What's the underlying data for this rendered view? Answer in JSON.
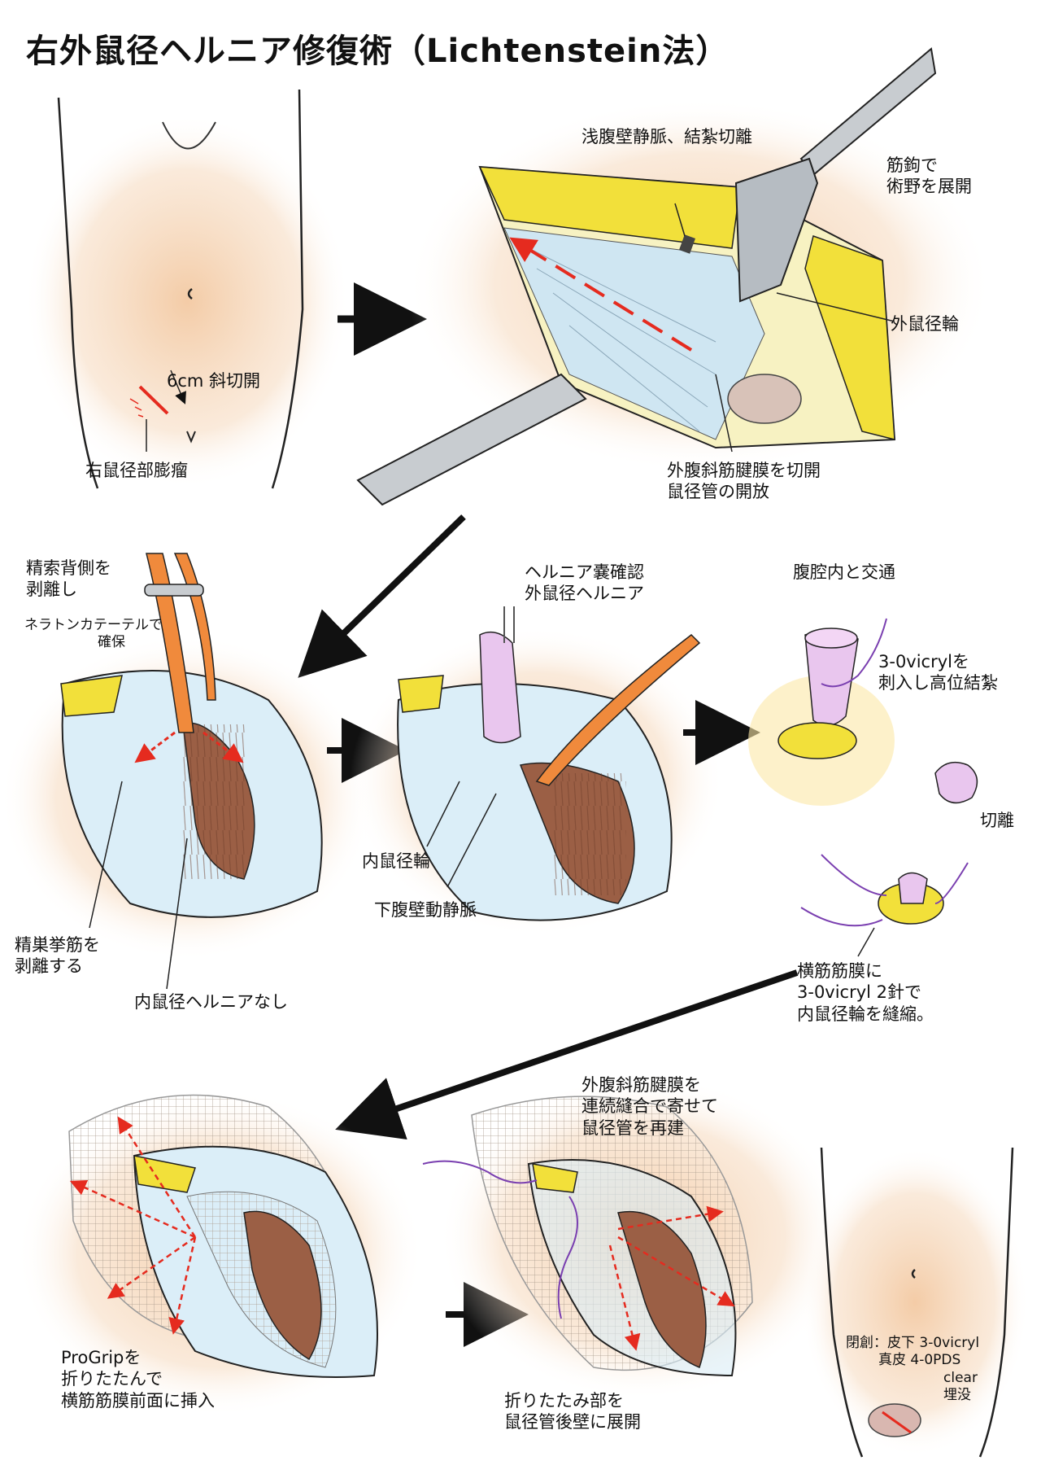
{
  "title": "右外鼠径ヘルニア修復術（Lichtenstein法）",
  "labels": {
    "incision": "6cm 斜切開",
    "bulge": "右鼠径部膨瘤",
    "vein": "浅腹壁静脈、結紮切離",
    "retractor": [
      "筋鉤で",
      "術野を展開"
    ],
    "ext_ring": "外鼠径輪",
    "aponeurosis": [
      "外腹斜筋腱膜を切開",
      "鼠径管の開放"
    ],
    "cord_dissect": [
      "精索背側を",
      "剥離し"
    ],
    "nelaton": [
      "ネラトンカテーテルで",
      "確保"
    ],
    "cremaster": [
      "精巣挙筋を",
      "剥離する"
    ],
    "no_direct": "内鼠径ヘルニアなし",
    "sac_confirm": [
      "ヘルニア嚢確認",
      "外鼠径ヘルニア"
    ],
    "int_ring": "内鼠径輪",
    "epigastric": "下腹壁動静脈",
    "peritoneal": "腹腔内と交通",
    "ligation": [
      "3-0vicrylを",
      "刺入し高位結紮"
    ],
    "excise": "切離",
    "tf_suture": [
      "横筋筋膜に",
      "3-0vicryl 2針で",
      "内鼠径輪を縫縮。"
    ],
    "progrip": [
      "ProGripを",
      "折りたたんで",
      "横筋筋膜前面に挿入"
    ],
    "unfold": [
      "折りたたみ部を",
      "鼠径管後壁に展開"
    ],
    "reconstruct": [
      "外腹斜筋腱膜を",
      "連続縫合で寄せて",
      "鼠径管を再建"
    ],
    "closure": [
      "閉創：皮下 3-0vicryl",
      "真皮 4-0PDS",
      "clear",
      "埋没"
    ]
  },
  "colors": {
    "skin": "#f3c9a2",
    "fat": "#f2e03a",
    "aponeurosis": "#cfe6f2",
    "cord": "#f08a3c",
    "muscle": "#9b5f45",
    "sac": "#e9c6ee",
    "suture": "#7a3fb0",
    "arrow_red": "#e52b1f"
  }
}
